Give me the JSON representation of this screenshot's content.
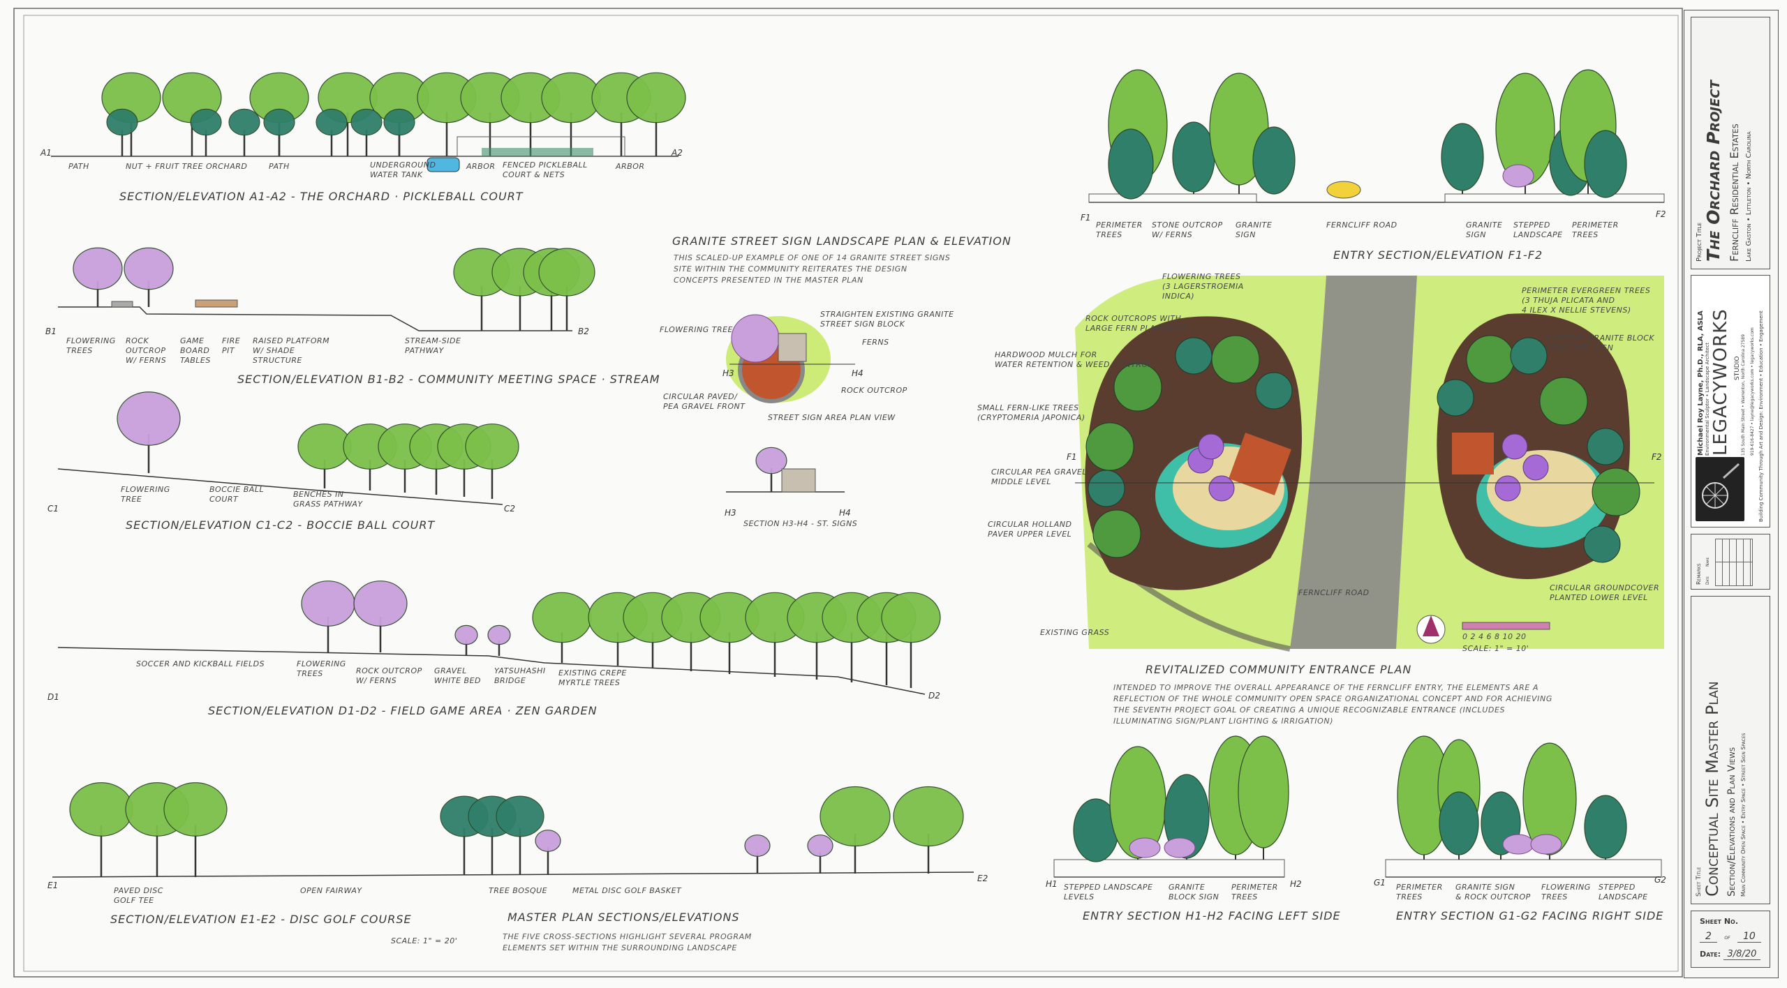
{
  "sections": {
    "a": {
      "title": "Section/Elevation A1-A2 - The Orchard · Pickleball Court",
      "start": "A1",
      "end": "A2",
      "labels": [
        "Path",
        "Nut + Fruit Tree Orchard",
        "Path",
        "Underground\nWater Tank",
        "Arbor",
        "Fenced Pickleball\nCourt & Nets",
        "Arbor"
      ]
    },
    "b": {
      "title": "Section/Elevation B1-B2 - Community Meeting Space · Stream",
      "start": "B1",
      "end": "B2",
      "labels": [
        "Flowering\nTrees",
        "Rock\nOutcrop\nW/ Ferns",
        "Game\nBoard\nTables",
        "Fire\nPit",
        "Raised Platform\nW/ Shade\nStructure",
        "Stream-Side\nPathway"
      ]
    },
    "c": {
      "title": "Section/Elevation C1-C2 - Boccie Ball Court",
      "start": "C1",
      "end": "C2",
      "labels": [
        "Flowering\nTree",
        "Boccie Ball\nCourt",
        "Benches in\nGrass Pathway"
      ]
    },
    "d": {
      "title": "Section/Elevation D1-D2 - Field Game Area · Zen Garden",
      "start": "D1",
      "end": "D2",
      "labels": [
        "Soccer and Kickball Fields",
        "Flowering\nTrees",
        "Rock Outcrop\nW/ Ferns",
        "Gravel\nWhite Bed",
        "Yatsuhashi\nBridge",
        "Existing Crepe\nMyrtle Trees"
      ]
    },
    "e": {
      "title": "Section/Elevation E1-E2 - Disc Golf Course",
      "start": "E1",
      "end": "E2",
      "labels": [
        "Paved Disc\nGolf Tee",
        "Open Fairway",
        "Tree Bosque",
        "Metal Disc Golf Basket"
      ]
    }
  },
  "master": {
    "title": "Master Plan Sections/Elevations",
    "desc": "The five cross-sections highlight several program elements set within the surrounding landscape",
    "scale": "Scale: 1\" = 20'"
  },
  "granite": {
    "title": "Granite Street Sign Landscape Plan & Elevation",
    "desc": "This scaled-up example of one of 14 granite street signs site within the community reiterates the design concepts presented in the master plan",
    "labels": [
      "Straighten existing granite\nstreet sign block",
      "Flowering tree",
      "Ferns",
      "Rock outcrop",
      "Circular paved/\npea gravel front",
      "Street sign area plan view"
    ],
    "markers": [
      "H3",
      "H4"
    ],
    "section_title": "Section H3-H4 - St. Signs"
  },
  "entry_f": {
    "title": "Entry Section/Elevation F1-F2",
    "start": "F1",
    "end": "F2",
    "labels": [
      "Perimeter\nTrees",
      "Stone Outcrop\nW/ Ferns",
      "Granite\nSign",
      "Ferncliff Road",
      "Granite\nSign",
      "Stepped\nLandscape",
      "Perimeter\nTrees"
    ]
  },
  "entrance": {
    "title": "Revitalized Community Entrance Plan",
    "desc": "Intended to improve the overall appearance of the Ferncliff entry, the elements are a reflection of the whole community open space organizational concept and for achieving the seventh project goal of creating a unique recognizable entrance (includes illuminating sign/plant lighting & irrigation)",
    "labels": [
      "Flowering Trees\n(3 Lagerstroemia\nIndica)",
      "Rock outcrops with\nlarge fern plantings",
      "Hardwood mulch for\nwater retention & weed control",
      "Small fern-like trees\n(Cryptomeria Japonica)",
      "Circular pea gravel\nmiddle level",
      "Circular Holland\npaver upper level",
      "Existing grass",
      "Perimeter evergreen trees\n(3 Thuja Plicata and\n4 Ilex x Nellie Stevens)",
      "Existing granite block\nFerncliff sign",
      "Circular groundcover\nplanted lower level",
      "Ferncliff Road"
    ],
    "scale_ticks": "0 2 4 6 8 10        20",
    "scale": "Scale: 1\" = 10'",
    "markers": [
      "F1",
      "F2"
    ]
  },
  "entry_h": {
    "title": "Entry Section H1-H2 Facing Left Side",
    "start": "H1",
    "end": "H2",
    "labels": [
      "Stepped Landscape Levels",
      "Granite\nBlock Sign",
      "Perimeter\nTrees"
    ]
  },
  "entry_g": {
    "title": "Entry Section G1-G2 Facing Right Side",
    "start": "G1",
    "end": "G2",
    "labels": [
      "Perimeter\nTrees",
      "Granite Sign\n& Rock Outcrop",
      "Flowering\nTrees",
      "Stepped\nLandscape"
    ]
  },
  "title_block": {
    "project_label": "Project Title",
    "project_name": "The Orchard Project",
    "project_sub": "Ferncliff Residential Estates",
    "project_loc": "Lake Gaston • Littleton • North Carolina",
    "architect": "Michael Roy Layne, Ph.D., RLA, ASLA",
    "architect_role": "Environmental Sculptor • Landscape Architect",
    "studio": "LEGACYWORKS",
    "studio_sub": "STUDIO",
    "address": "135 South Main Street • Warrenton, North Carolina 27589",
    "contact": "919-616-8427 • layne@legacyworks.com • legacyworks.com",
    "tagline": "Building Community Through Art and Design: Environment • Education • Engagement",
    "remarks": "Remarks",
    "date_col": "Date",
    "name_col": "Name",
    "sheet_label": "Sheet Title",
    "sheet_title": "Conceptual Site Master Plan",
    "sheet_sub": "Section/Elevations and Plan Views",
    "sheet_detail": "Main Community Open Space • Entry Space • Street Sign Spaces",
    "sheet_no_label": "Sheet No.",
    "sheet_no": "2",
    "sheet_of": "of",
    "sheet_total": "10",
    "date_label": "Date:",
    "date": "3/8/20"
  },
  "colors": {
    "green": "#7cc04a",
    "dark_green": "#4f9a3e",
    "teal": "#2f7f6a",
    "purple": "#c9a0dc",
    "lime": "#c4e860",
    "mulch": "#5a3d2e",
    "brick": "#c0552e",
    "road": "#8a8a8a"
  }
}
